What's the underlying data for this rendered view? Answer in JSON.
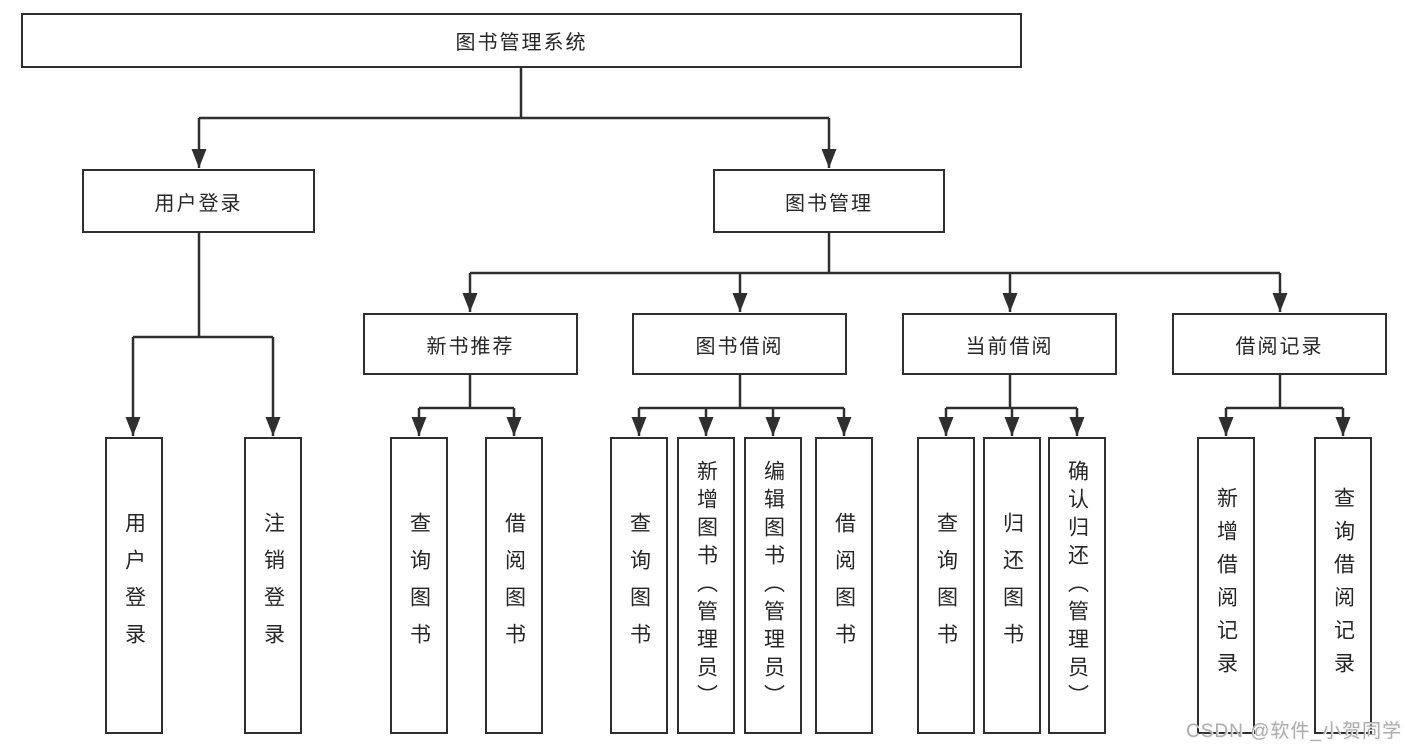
{
  "tree": {
    "label": "图书管理系统",
    "children": [
      {
        "label": "用户登录",
        "children": [
          {
            "label": "用户登录"
          },
          {
            "label": "注销登录"
          }
        ]
      },
      {
        "label": "图书管理",
        "children": [
          {
            "label": "新书推荐",
            "children": [
              {
                "label": "查询图书"
              },
              {
                "label": "借阅图书"
              }
            ]
          },
          {
            "label": "图书借阅",
            "children": [
              {
                "label": "查询图书"
              },
              {
                "label": "新增图书（管理员）"
              },
              {
                "label": "编辑图书（管理员）"
              },
              {
                "label": "借阅图书"
              }
            ]
          },
          {
            "label": "当前借阅",
            "children": [
              {
                "label": "查询图书"
              },
              {
                "label": "归还图书"
              },
              {
                "label": "确认归还（管理员）"
              }
            ]
          },
          {
            "label": "借阅记录",
            "children": [
              {
                "label": "新增借阅记录"
              },
              {
                "label": "查询借阅记录"
              }
            ]
          }
        ]
      }
    ]
  },
  "watermark": {
    "text": "CSDN @软件_小贺同学"
  },
  "colors": {
    "line": "#2f2f2f",
    "box_border": "#2f2f2f",
    "text": "#262626",
    "background": "#ffffff",
    "watermark": "#adadad"
  }
}
